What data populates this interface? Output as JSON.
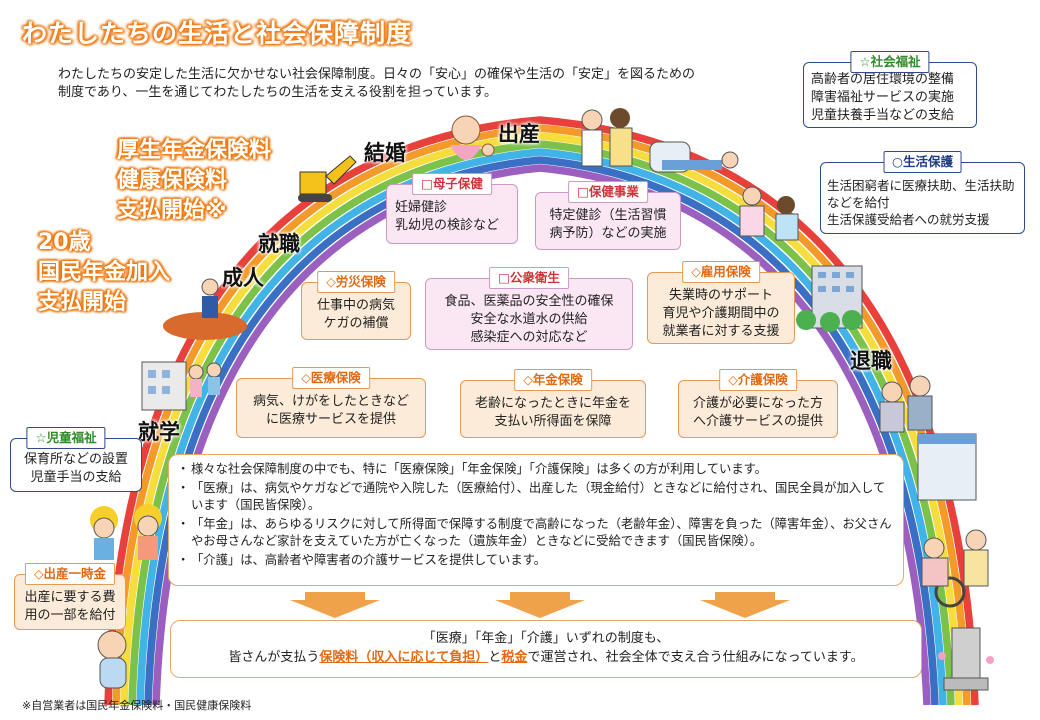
{
  "title": "わたしたちの生活と社会保障制度",
  "intro": "わたしたちの安定した生活に欠かせない社会保障制度。日々の「安心」の確保や生活の「安定」を図るための制度であり、一生を通じてわたしたちの生活を支える役割を担っています。",
  "orange_notes": {
    "kosei": [
      "厚生年金保険料",
      "健康保険料",
      "支払開始※"
    ],
    "kokumin": [
      "20歳",
      "国民年金加入",
      "支払開始"
    ]
  },
  "stages": {
    "shugaku": "就学",
    "seijin": "成人",
    "shushoku": "就職",
    "kekkon": "結婚",
    "shussan": "出産",
    "taishoku": "退職"
  },
  "boxes": {
    "shakai_fukushi": {
      "label": "☆社会福祉",
      "lines": [
        "高齢者の居住環境の整備",
        "障害福祉サービスの実施",
        "児童扶養手当などの支給"
      ]
    },
    "seikatsu_hogo": {
      "label": "○生活保護",
      "lines": [
        "生活困窮者に医療扶助、生活扶助などを給付",
        "生活保護受給者への就労支援"
      ]
    },
    "boshi_hoken": {
      "label": "□母子保健",
      "lines": [
        "妊婦健診",
        "乳幼児の検診など"
      ]
    },
    "hoken_jigyo": {
      "label": "□保健事業",
      "lines": [
        "特定健診（生活習慣",
        "病予防）などの実施"
      ]
    },
    "rosai": {
      "label": "◇労災保険",
      "lines": [
        "仕事中の病気",
        "ケガの補償"
      ]
    },
    "koshu_eisei": {
      "label": "□公衆衛生",
      "lines": [
        "食品、医薬品の安全性の確保",
        "安全な水道水の供給",
        "感染症への対応など"
      ]
    },
    "koyo": {
      "label": "◇雇用保険",
      "lines": [
        "失業時のサポート",
        "育児や介護期間中の",
        "就業者に対する支援"
      ]
    },
    "iryo": {
      "label": "◇医療保険",
      "lines": [
        "病気、けがをしたときなど",
        "に医療サービスを提供"
      ]
    },
    "nenkin": {
      "label": "◇年金保険",
      "lines": [
        "老齢になったときに年金を",
        "支払い所得面を保障"
      ]
    },
    "kaigo": {
      "label": "◇介護保険",
      "lines": [
        "介護が必要になった方",
        "へ介護サービスの提供"
      ]
    },
    "jido_fukushi": {
      "label": "☆児童福祉",
      "lines": [
        "保育所などの設置",
        "児童手当の支給"
      ]
    },
    "shussan_ichiji": {
      "label": "◇出産一時金",
      "lines": [
        "出産に要する費",
        "用の一部を給付"
      ]
    }
  },
  "notes": [
    "様々な社会保障制度の中でも、特に「医療保険」「年金保険」「介護保険」は多くの方が利用しています。",
    "「医療」は、病気やケガなどで通院や入院した（医療給付）、出産した（現金給付）ときなどに給付され、国民全員が加入しています（国民皆保険）。",
    "「年金」は、あらゆるリスクに対して所得面で保障する制度で高齢になった（老齢年金）、障害を負った（障害年金）、お父さんやお母さんなど家計を支えていた方が亡くなった（遺族年金）ときなどに受給できます（国民皆保険）。",
    "「介護」は、高齢者や障害者の介護サービスを提供しています。"
  ],
  "conclusion": {
    "line1": "「医療」「年金」「介護」いずれの制度も、",
    "pre": "皆さんが支払う",
    "hl1": "保険料（収入に応じて負担）",
    "mid": "と",
    "hl2": "税金",
    "post": "で運営され、社会全体で支え合う仕組みになっています。"
  },
  "footnote": "※自営業者は国民年金保険料・国民健康保険料",
  "colors": {
    "accent_orange": "#f07d12",
    "rainbow": [
      "#e8413c",
      "#f39a2b",
      "#f4dd3c",
      "#7cc24a",
      "#41b3e6",
      "#3a6fc4",
      "#9b5fc0"
    ]
  }
}
